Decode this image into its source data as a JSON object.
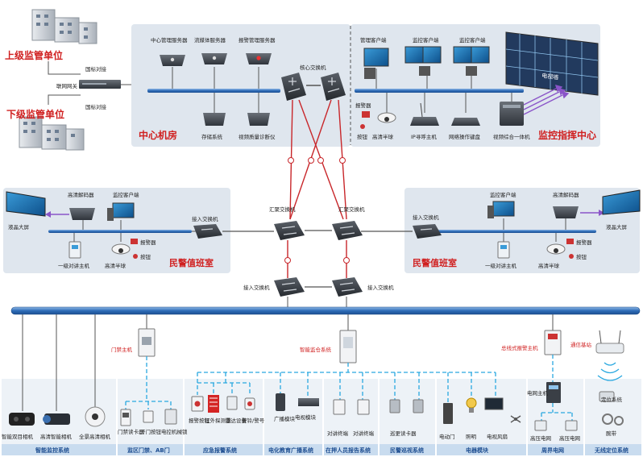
{
  "colors": {
    "panel": "#dfe6ee",
    "bus": "#3a78c4",
    "red_link": "#c8262a",
    "red_text": "#d02020",
    "cyan": "#29a8e0",
    "device": "#4a4f57",
    "purple": "#8a55c8",
    "footer": "#c9dcef"
  },
  "top": {
    "upper_unit": "上级监管单位",
    "lower_unit": "下级监管单位",
    "intl_top": "国标对接",
    "intl_bottom": "国标对接",
    "gateway": "联网网关",
    "central": {
      "title": "中心机房",
      "srv1": "中心管理服务器",
      "srv2": "流媒体服务器",
      "srv3": "报警管理服务器",
      "core": "核心交换机",
      "storage": "存储系统",
      "diag": "视频质量诊断仪"
    },
    "command": {
      "title": "监控指挥中心",
      "mgmt_client": "管理客户端",
      "mon_client1": "监控客户端",
      "mon_client2": "监控客户端",
      "alarm": "报警器",
      "button": "按钮",
      "dome": "高清半球",
      "intercom": "IP寻呼主机",
      "keyboard": "网络操作键盘",
      "integrated": "视频综合一体机",
      "wall": "电视墙"
    }
  },
  "duty": {
    "left": {
      "decoder": "高清解码器",
      "client": "监控客户端",
      "screen": "液晶大屏",
      "access": "接入交换机",
      "alarm": "报警器",
      "button": "按钮",
      "intercom": "一级对讲主机",
      "dome": "高清半球",
      "title": "民警值班室"
    },
    "right": {
      "client": "监控客户端",
      "decoder": "高清解码器",
      "screen": "液晶大屏",
      "access": "接入交换机",
      "alarm": "报警器",
      "button": "按钮",
      "intercom": "一级对讲主机",
      "dome": "高清半球",
      "title": "民警值班室"
    }
  },
  "middle": {
    "agg_left": "汇聚交换机",
    "agg_right": "汇聚交换机",
    "access_left": "接入交换机",
    "access_right": "接入交换机"
  },
  "bottom": {
    "door_host": "门禁主机",
    "smart_host": "智能监仓系统",
    "bus_alarm_host": "总线式报警主机",
    "comm_base": "通信基站",
    "grid_host": "电网主机",
    "items": {
      "cam_dual": "智能双目相机",
      "cam_smart": "高清智能相机",
      "cam_pano": "全景高清相机",
      "card_reader": "门禁读卡器",
      "open_btn": "开门按钮",
      "lock": "电控机械锁",
      "alarm_btn": "报警按钮",
      "ir_probe": "红外探测器",
      "radar": "雷达设备",
      "horn": "警铃/警号",
      "bcast_module": "广播模块",
      "tv_module": "电视模块",
      "talk_term1": "对讲终端",
      "talk_term2": "对讲终端",
      "patrol_reader": "巡更读卡器",
      "elec_door": "电动门",
      "lighting": "照明",
      "tv_fan": "电视风扇",
      "hv_grid1": "高压电网",
      "hv_grid2": "高压电网",
      "locate_sys": "定位系统",
      "wristband": "腕带"
    },
    "footer": {
      "f1": "智能监控系统",
      "f2": "监区门禁、AB门",
      "f3": "应急报警系统",
      "f4": "电化教育广播系统",
      "f5": "在押人员报告系统",
      "f6": "民警巡视系统",
      "f7": "电器模块",
      "f8": "周界电网",
      "f9": "无线定位系统"
    }
  }
}
